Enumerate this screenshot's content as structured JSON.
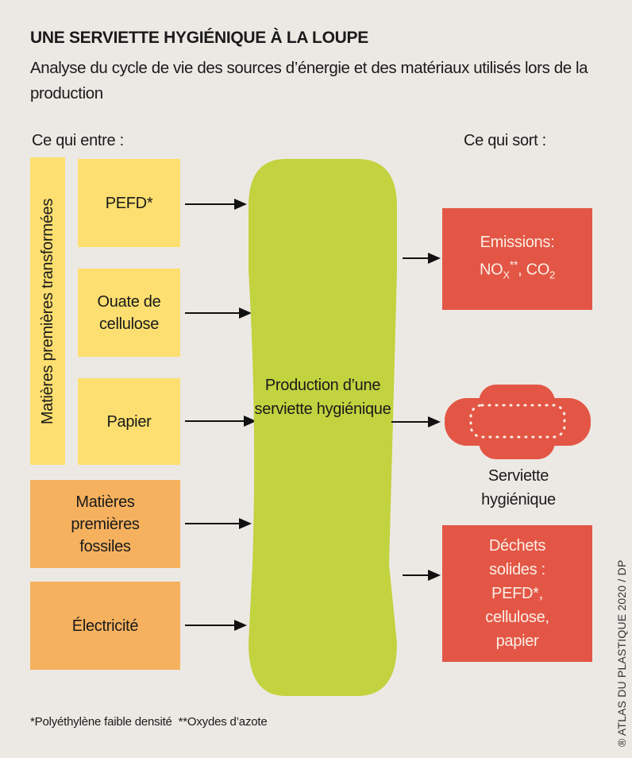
{
  "title": "UNE SERVIETTE HYGIÉNIQUE À LA LOUPE",
  "subtitle": "Analyse du cycle de vie des sources d’énergie et des matériaux utilisés lors de la production",
  "inputs_heading": "Ce qui entre :",
  "outputs_heading": "Ce qui sort :",
  "inputs": {
    "group_label": "Matières premières transformées",
    "pefd": "PEFD*",
    "ouate": "Ouate de cellulose",
    "papier": "Papier",
    "fossiles": "Matières premières fossiles",
    "electricite": "Électricité"
  },
  "center": "Production d’une serviette hygiénique",
  "outputs": {
    "emissions_label": "Emissions:",
    "nox": "NO",
    "nox_sub": "X",
    "nox_sup": "**",
    "co2": ", CO",
    "co2_sub": "2",
    "serviette": "Serviette hygiénique",
    "dechets": "Déchets solides : PEFD*, cellulose, papier"
  },
  "footnote": "*Polyéthylène faible densité  **Oxydes d’azote",
  "credit": "® ATLAS DU PLASTIQUE 2020 / DP",
  "colors": {
    "yellow": "#fcdf70",
    "orange": "#f6b15f",
    "green": "#c3d23f",
    "red": "#e35645"
  }
}
